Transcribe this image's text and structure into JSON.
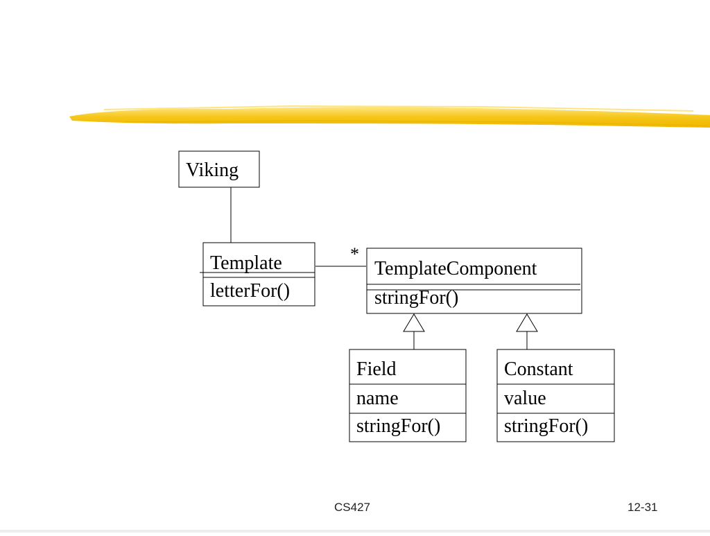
{
  "slide": {
    "accent_color": "#f5c518",
    "decoration": "yellow-brush-stroke"
  },
  "diagram": {
    "classes": [
      {
        "id": "viking",
        "name": "Viking",
        "compartments": []
      },
      {
        "id": "template",
        "name": "Template",
        "compartments": [
          "letterFor()"
        ]
      },
      {
        "id": "template-component",
        "name": "TemplateComponent",
        "compartments": [
          "stringFor()"
        ]
      },
      {
        "id": "field",
        "name": "Field",
        "compartments": [
          "name",
          "stringFor()"
        ]
      },
      {
        "id": "constant",
        "name": "Constant",
        "compartments": [
          "value",
          "stringFor()"
        ]
      }
    ],
    "relations": [
      {
        "type": "association",
        "from": "viking",
        "to": "template"
      },
      {
        "type": "association",
        "from": "template",
        "to": "template-component",
        "multiplicity": "*"
      },
      {
        "type": "generalization",
        "from": "field",
        "to": "template-component"
      },
      {
        "type": "generalization",
        "from": "constant",
        "to": "template-component"
      }
    ]
  },
  "footer": {
    "left": "CS427",
    "right": "12-31"
  }
}
